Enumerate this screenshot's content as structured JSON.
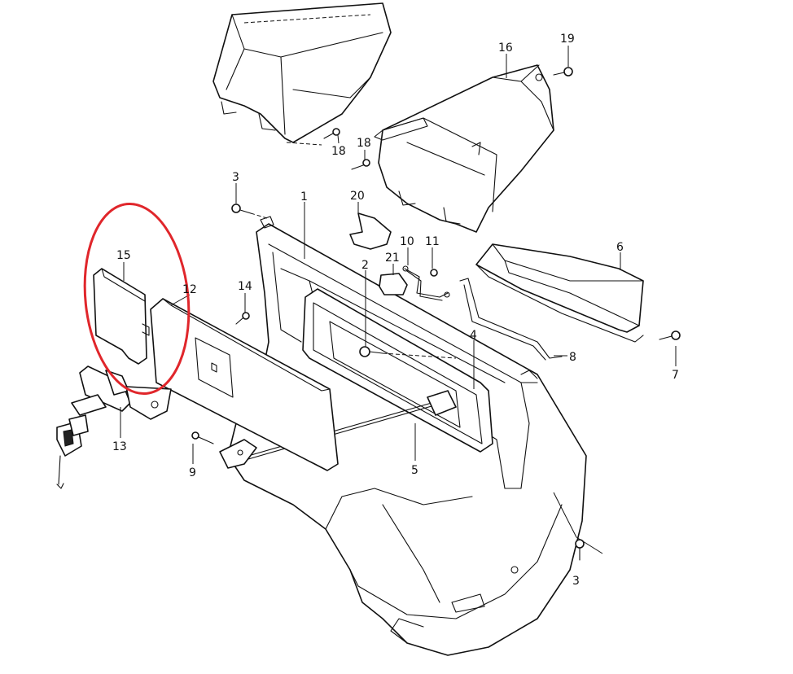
{
  "colors": {
    "line": "#111111",
    "background": "#ffffff",
    "highlight": "#e0262b"
  },
  "callouts": {
    "c1": "1",
    "c2": "2",
    "c3a": "3",
    "c3b": "3",
    "c4": "4",
    "c5": "5",
    "c6": "6",
    "c7": "7",
    "c8": "8",
    "c9": "9",
    "c10": "10",
    "c11": "11",
    "c12": "12",
    "c13": "13",
    "c14": "14",
    "c15": "15",
    "c16": "16",
    "c18a": "18",
    "c18b": "18",
    "c19": "19",
    "c20": "20",
    "c21": "21"
  },
  "highlighted_part": "15"
}
